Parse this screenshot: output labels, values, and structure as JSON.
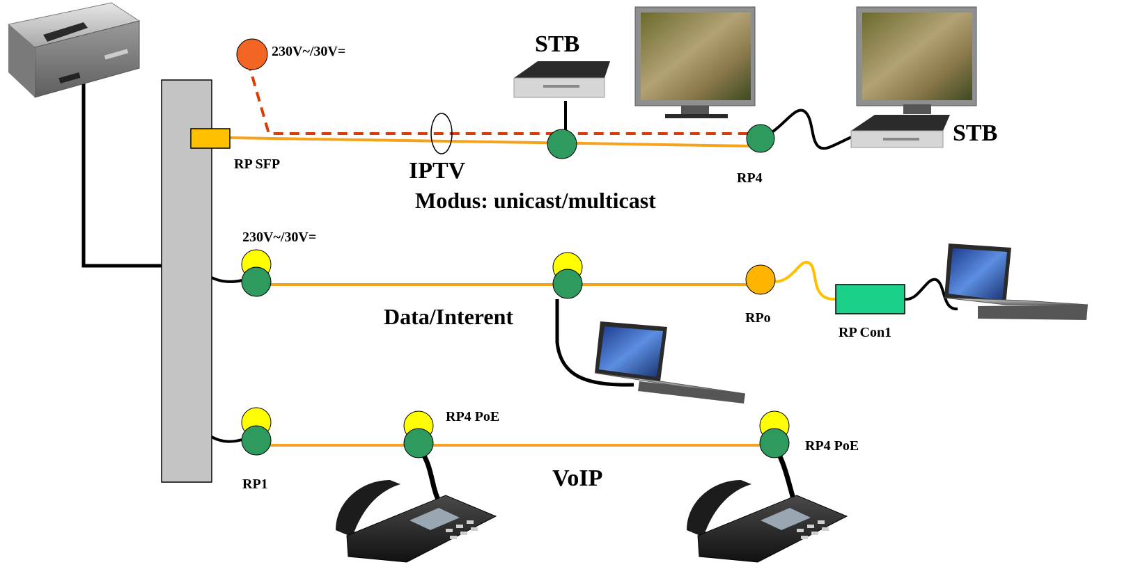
{
  "labels": {
    "power_top": "230V~/30V=",
    "power_mid": "230V~/30V=",
    "stb_top": "STB",
    "stb_right": "STB",
    "rp_sfp": "RP SFP",
    "iptv": "IPTV",
    "iptv_mode": "Modus: unicast/multicast",
    "rp4": "RP4",
    "data_internet": "Data/Interent",
    "rpo": "RPo",
    "rp_con1": "RP Con1",
    "rp4_poe_1": "RP4 PoE",
    "rp4_poe_2": "RP4 PoE",
    "voip": "VoIP",
    "rp1": "RP1"
  },
  "colors": {
    "fiber": "#f5a21c",
    "power_dashed": "#d83c0a",
    "node_green": "#2e9a5e",
    "node_yellow": "#ffff00",
    "node_orange": "#ffb400",
    "power_orange": "#f26522",
    "connector_green": "#1bd18a",
    "switch_gray": "#c4c4c4",
    "sfp_yellow": "#ffc000"
  },
  "icons": {
    "head_end": "set-top-box-with-remote-icon",
    "stb": "set-top-box-icon",
    "tv": "flat-screen-tv-icon",
    "laptop": "laptop-icon",
    "phone": "desk-phone-icon"
  }
}
